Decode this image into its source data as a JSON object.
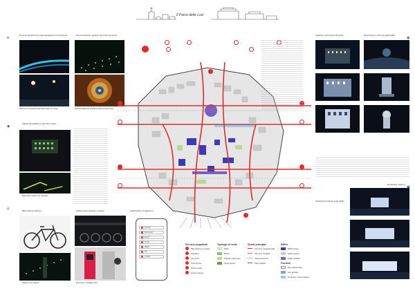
{
  "header": {
    "title": "Il Parco delle Luci"
  },
  "left_captions": {
    "photo1_top": "Percorsi pedonali con pavimentazione luminescente",
    "photo2_top": "Pavimentazione artistica con inserti luminosi",
    "photo1_bottom": "Percorso ciclopedonale illuminato di notte",
    "photo2_bottom": "Pavimentazione artistica fotoluminescente",
    "section_solar": "Piazza fotovoltaica e panchine solari",
    "section_solar_bottom": "Panchine solari con ricarica",
    "bike_caption_top": "Bike sharing elettrico",
    "bike_caption_bottom": "Stazioni di ricarica",
    "station_top": "Stazioni bike sharing e ricarica",
    "station_bottom": "Ricarica e noleggio bici",
    "app_top": "Applicazione smartphone"
  },
  "right_captions": {
    "night1_top": "Palazzi e monumenti illuminati",
    "night2_top": "Illuminazione notturna degli edifici",
    "vision_caption": "Proiezioni luminose sugli edifici",
    "section_right": "Rendering notturno"
  },
  "app": {
    "buttons": [
      "Percorsi",
      "Monumenti",
      "Eventi",
      "Servizi",
      "Mappa",
      "Info",
      "Contatti"
    ]
  },
  "legend": {
    "col1_title": "Percorsi progettuali",
    "col1_items": [
      "Bike sharing e ricarica",
      "Panchine",
      "Info-point",
      "Punti di luce",
      "Punti di vista",
      "Arredo urbano"
    ],
    "col2_title": "Tipologie di verde",
    "col2_items": [
      "Prato",
      "Bosco",
      "Giardino attrezzato",
      "Verde storico"
    ],
    "col3_title": "Strade principali",
    "col3_items": [
      "Percorso ciclopedonale",
      "Percorso carrabile",
      "Attraversamenti",
      "Piste ciclabili"
    ],
    "col4_title": "Edifici",
    "col4_items": [
      "Edifici storici",
      "Edifici recenti",
      "Edifici pubblici"
    ],
    "col5_title": "Funzioni",
    "col5_items": [
      "Uso residenziale",
      "Uso terziario",
      "Proiezioni e illuminazione"
    ]
  },
  "colors": {
    "accent": "#e12b2b",
    "building_blue": "#3b3bb5",
    "map_gray": "#e6e6e6",
    "purple": "#7a5fc0"
  }
}
